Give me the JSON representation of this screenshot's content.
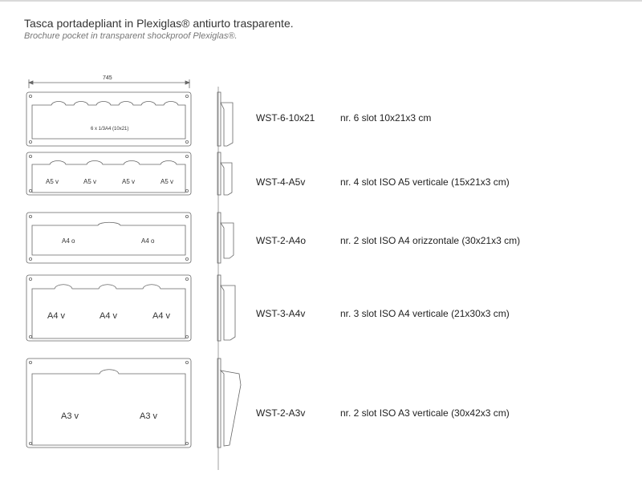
{
  "header": {
    "title": "Tasca portadepliant in Plexiglas® antiurto trasparente.",
    "subtitle": "Brochure pocket in transparent shockproof Plexiglas®."
  },
  "dimension_label": "745",
  "products": [
    {
      "code": "WST-6-10x21",
      "description": "nr. 6 slot 10x21x3 cm",
      "slot_labels": [
        "6 x  1/3A4 (10x21)"
      ]
    },
    {
      "code": "WST-4-A5v",
      "description": "nr. 4 slot ISO A5 verticale (15x21x3 cm)",
      "slot_labels": [
        "A5 v",
        "A5 v",
        "A5 v",
        "A5 v"
      ]
    },
    {
      "code": "WST-2-A4o",
      "description": "nr. 2 slot ISO A4 orizzontale (30x21x3 cm)",
      "slot_labels": [
        "A4 o",
        "A4 o"
      ]
    },
    {
      "code": "WST-3-A4v",
      "description": "nr. 3 slot  ISO A4 verticale (21x30x3 cm)",
      "slot_labels": [
        "A4 v",
        "A4 v",
        "A4 v"
      ]
    },
    {
      "code": "WST-2-A3v",
      "description": "nr. 2 slot  ISO A3 verticale (30x42x3 cm)",
      "slot_labels": [
        "A3 v",
        "A3 v"
      ]
    }
  ]
}
